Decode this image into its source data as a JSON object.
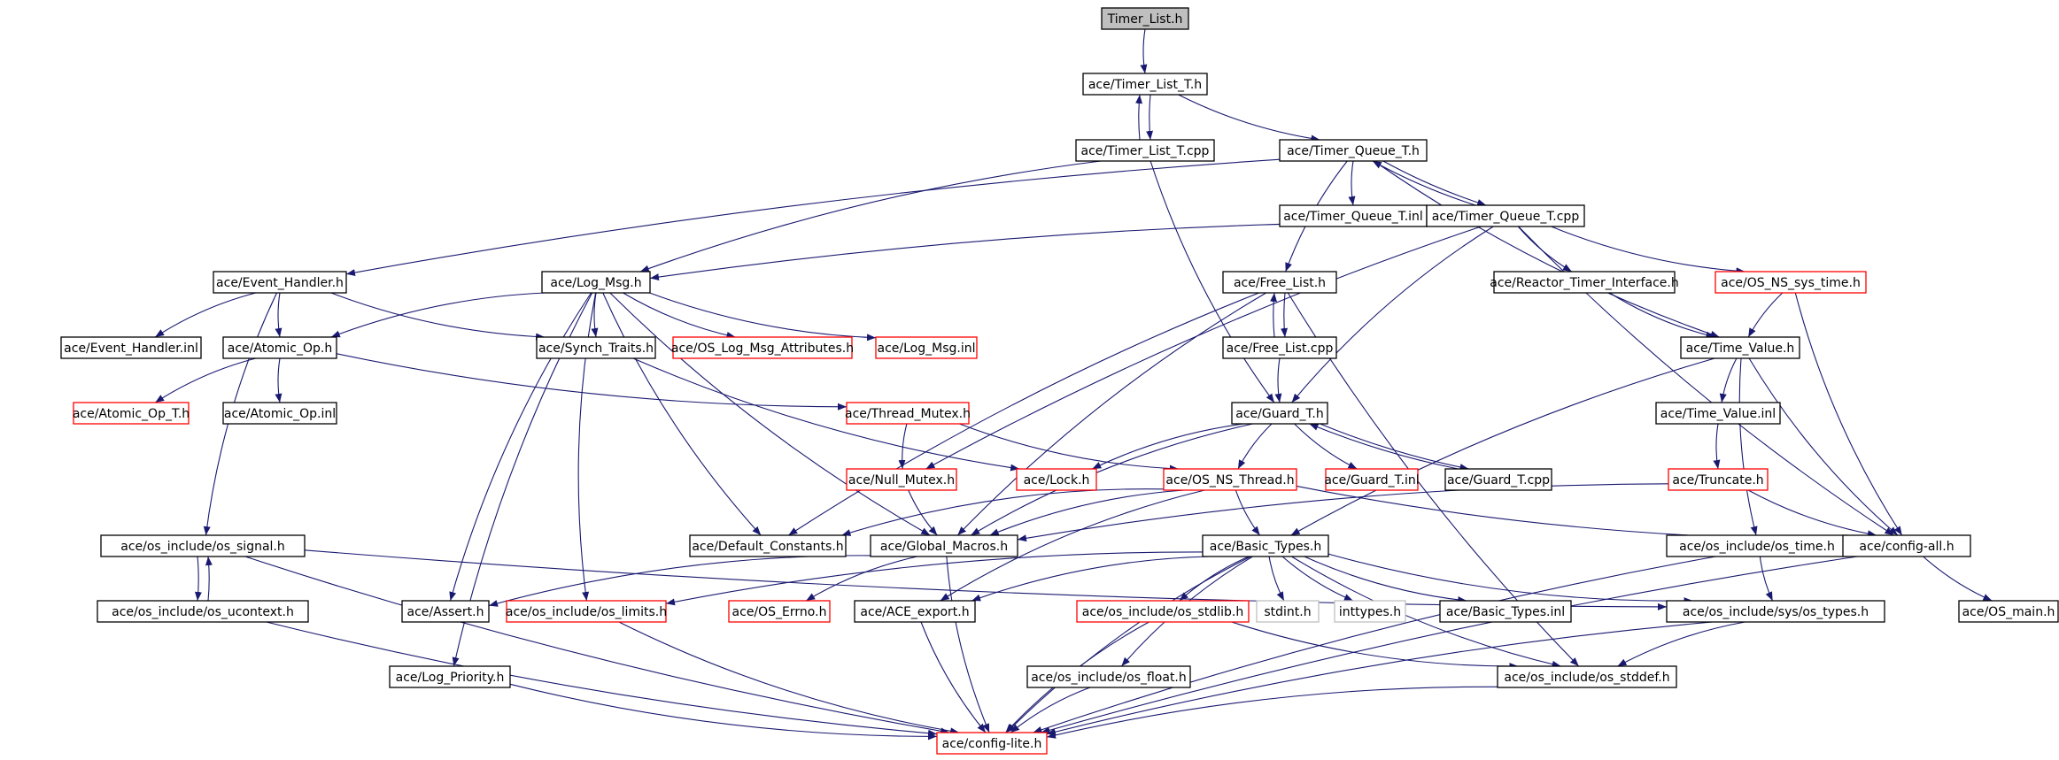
{
  "colors": {
    "edge": "#191970",
    "root_fill": "#bfbfbf",
    "missing_border": "#ff0000",
    "external_border": "#bfbfbf"
  },
  "nodes": [
    {
      "id": "Timer_List_h",
      "label": "Timer_List.h",
      "kind": "root"
    },
    {
      "id": "Timer_List_T_h",
      "label": "ace/Timer_List_T.h",
      "kind": "normal"
    },
    {
      "id": "Timer_List_T_cpp",
      "label": "ace/Timer_List_T.cpp",
      "kind": "normal"
    },
    {
      "id": "Timer_Queue_T_h",
      "label": "ace/Timer_Queue_T.h",
      "kind": "normal"
    },
    {
      "id": "Timer_Queue_T_inl",
      "label": "ace/Timer_Queue_T.inl",
      "kind": "normal"
    },
    {
      "id": "Timer_Queue_T_cpp",
      "label": "ace/Timer_Queue_T.cpp",
      "kind": "normal"
    },
    {
      "id": "Event_Handler_h",
      "label": "ace/Event_Handler.h",
      "kind": "normal"
    },
    {
      "id": "Log_Msg_h",
      "label": "ace/Log_Msg.h",
      "kind": "normal"
    },
    {
      "id": "Free_List_h",
      "label": "ace/Free_List.h",
      "kind": "normal"
    },
    {
      "id": "Reactor_Timer_Interface_h",
      "label": "ace/Reactor_Timer_Interface.h",
      "kind": "normal"
    },
    {
      "id": "OS_NS_sys_time_h",
      "label": "ace/OS_NS_sys_time.h",
      "kind": "missing"
    },
    {
      "id": "Event_Handler_inl",
      "label": "ace/Event_Handler.inl",
      "kind": "normal"
    },
    {
      "id": "Atomic_Op_h",
      "label": "ace/Atomic_Op.h",
      "kind": "normal"
    },
    {
      "id": "Synch_Traits_h",
      "label": "ace/Synch_Traits.h",
      "kind": "normal"
    },
    {
      "id": "OS_Log_Msg_Attributes_h",
      "label": "ace/OS_Log_Msg_Attributes.h",
      "kind": "missing"
    },
    {
      "id": "Log_Msg_inl",
      "label": "ace/Log_Msg.inl",
      "kind": "missing"
    },
    {
      "id": "Free_List_cpp",
      "label": "ace/Free_List.cpp",
      "kind": "normal"
    },
    {
      "id": "Time_Value_h",
      "label": "ace/Time_Value.h",
      "kind": "normal"
    },
    {
      "id": "Atomic_Op_T_h",
      "label": "ace/Atomic_Op_T.h",
      "kind": "missing"
    },
    {
      "id": "Atomic_Op_inl",
      "label": "ace/Atomic_Op.inl",
      "kind": "normal"
    },
    {
      "id": "Thread_Mutex_h",
      "label": "ace/Thread_Mutex.h",
      "kind": "missing"
    },
    {
      "id": "Guard_T_h",
      "label": "ace/Guard_T.h",
      "kind": "normal"
    },
    {
      "id": "Time_Value_inl",
      "label": "ace/Time_Value.inl",
      "kind": "normal"
    },
    {
      "id": "Null_Mutex_h",
      "label": "ace/Null_Mutex.h",
      "kind": "missing"
    },
    {
      "id": "Lock_h",
      "label": "ace/Lock.h",
      "kind": "missing"
    },
    {
      "id": "OS_NS_Thread_h",
      "label": "ace/OS_NS_Thread.h",
      "kind": "missing"
    },
    {
      "id": "Guard_T_inl",
      "label": "ace/Guard_T.inl",
      "kind": "missing"
    },
    {
      "id": "Guard_T_cpp",
      "label": "ace/Guard_T.cpp",
      "kind": "normal"
    },
    {
      "id": "Truncate_h",
      "label": "ace/Truncate.h",
      "kind": "missing"
    },
    {
      "id": "os_signal_h",
      "label": "ace/os_include/os_signal.h",
      "kind": "normal"
    },
    {
      "id": "Default_Constants_h",
      "label": "ace/Default_Constants.h",
      "kind": "normal"
    },
    {
      "id": "Global_Macros_h",
      "label": "ace/Global_Macros.h",
      "kind": "normal"
    },
    {
      "id": "Basic_Types_h",
      "label": "ace/Basic_Types.h",
      "kind": "normal"
    },
    {
      "id": "os_time_h",
      "label": "ace/os_include/os_time.h",
      "kind": "normal"
    },
    {
      "id": "config_all_h",
      "label": "ace/config-all.h",
      "kind": "normal"
    },
    {
      "id": "os_ucontext_h",
      "label": "ace/os_include/os_ucontext.h",
      "kind": "normal"
    },
    {
      "id": "Assert_h",
      "label": "ace/Assert.h",
      "kind": "normal"
    },
    {
      "id": "os_limits_h",
      "label": "ace/os_include/os_limits.h",
      "kind": "missing"
    },
    {
      "id": "OS_Errno_h",
      "label": "ace/OS_Errno.h",
      "kind": "missing"
    },
    {
      "id": "ACE_export_h",
      "label": "ace/ACE_export.h",
      "kind": "normal"
    },
    {
      "id": "os_stdlib_h",
      "label": "ace/os_include/os_stdlib.h",
      "kind": "missing"
    },
    {
      "id": "stdint_h",
      "label": "stdint.h",
      "kind": "external"
    },
    {
      "id": "inttypes_h",
      "label": "inttypes.h",
      "kind": "external"
    },
    {
      "id": "Basic_Types_inl",
      "label": "ace/Basic_Types.inl",
      "kind": "normal"
    },
    {
      "id": "os_types_h",
      "label": "ace/os_include/sys/os_types.h",
      "kind": "normal"
    },
    {
      "id": "OS_main_h",
      "label": "ace/OS_main.h",
      "kind": "normal"
    },
    {
      "id": "Log_Priority_h",
      "label": "ace/Log_Priority.h",
      "kind": "normal"
    },
    {
      "id": "os_float_h",
      "label": "ace/os_include/os_float.h",
      "kind": "normal"
    },
    {
      "id": "os_stddef_h",
      "label": "ace/os_include/os_stddef.h",
      "kind": "normal"
    },
    {
      "id": "config_lite_h",
      "label": "ace/config-lite.h",
      "kind": "missing"
    }
  ],
  "edges": [
    [
      "Timer_List_h",
      "Timer_List_T_h"
    ],
    [
      "Timer_List_T_h",
      "Timer_List_T_cpp"
    ],
    [
      "Timer_List_T_cpp",
      "Timer_List_T_h"
    ],
    [
      "Timer_List_T_h",
      "Timer_Queue_T_h"
    ],
    [
      "Timer_List_T_cpp",
      "Log_Msg_h"
    ],
    [
      "Timer_List_T_cpp",
      "Guard_T_h"
    ],
    [
      "Timer_Queue_T_h",
      "Timer_Queue_T_inl"
    ],
    [
      "Timer_Queue_T_h",
      "Timer_Queue_T_cpp"
    ],
    [
      "Timer_Queue_T_cpp",
      "Timer_Queue_T_h"
    ],
    [
      "Timer_Queue_T_h",
      "Event_Handler_h"
    ],
    [
      "Timer_Queue_T_h",
      "Free_List_h"
    ],
    [
      "Timer_Queue_T_h",
      "Time_Value_h"
    ],
    [
      "Timer_Queue_T_cpp",
      "Log_Msg_h"
    ],
    [
      "Timer_Queue_T_cpp",
      "Reactor_Timer_Interface_h"
    ],
    [
      "Timer_Queue_T_cpp",
      "OS_NS_sys_time_h"
    ],
    [
      "Timer_Queue_T_cpp",
      "Guard_T_h"
    ],
    [
      "Timer_Queue_T_cpp",
      "Null_Mutex_h"
    ],
    [
      "Timer_Queue_T_cpp",
      "config_all_h"
    ],
    [
      "Event_Handler_h",
      "Event_Handler_inl"
    ],
    [
      "Event_Handler_h",
      "Atomic_Op_h"
    ],
    [
      "Event_Handler_h",
      "Synch_Traits_h"
    ],
    [
      "Event_Handler_h",
      "os_signal_h"
    ],
    [
      "Log_Msg_h",
      "Atomic_Op_h"
    ],
    [
      "Log_Msg_h",
      "Synch_Traits_h"
    ],
    [
      "Log_Msg_h",
      "OS_Log_Msg_Attributes_h"
    ],
    [
      "Log_Msg_h",
      "Log_Msg_inl"
    ],
    [
      "Log_Msg_h",
      "Default_Constants_h"
    ],
    [
      "Log_Msg_h",
      "Global_Macros_h"
    ],
    [
      "Log_Msg_h",
      "Assert_h"
    ],
    [
      "Log_Msg_h",
      "os_limits_h"
    ],
    [
      "Log_Msg_h",
      "Log_Priority_h"
    ],
    [
      "Free_List_h",
      "Free_List_cpp"
    ],
    [
      "Free_List_cpp",
      "Free_List_h"
    ],
    [
      "Free_List_h",
      "Global_Macros_h"
    ],
    [
      "Free_List_h",
      "Default_Constants_h"
    ],
    [
      "Free_List_h",
      "os_stddef_h"
    ],
    [
      "Free_List_cpp",
      "Guard_T_h"
    ],
    [
      "Reactor_Timer_Interface_h",
      "Time_Value_h"
    ],
    [
      "OS_NS_sys_time_h",
      "Time_Value_h"
    ],
    [
      "OS_NS_sys_time_h",
      "config_all_h"
    ],
    [
      "Atomic_Op_h",
      "Atomic_Op_T_h"
    ],
    [
      "Atomic_Op_h",
      "Atomic_Op_inl"
    ],
    [
      "Atomic_Op_h",
      "Thread_Mutex_h"
    ],
    [
      "Synch_Traits_h",
      "Lock_h"
    ],
    [
      "Time_Value_h",
      "Time_Value_inl"
    ],
    [
      "Time_Value_h",
      "os_time_h"
    ],
    [
      "Time_Value_h",
      "Basic_Types_h"
    ],
    [
      "Time_Value_h",
      "config_all_h"
    ],
    [
      "Time_Value_inl",
      "Truncate_h"
    ],
    [
      "Thread_Mutex_h",
      "Null_Mutex_h"
    ],
    [
      "Thread_Mutex_h",
      "OS_NS_Thread_h"
    ],
    [
      "Guard_T_h",
      "Lock_h"
    ],
    [
      "Guard_T_h",
      "OS_NS_Thread_h"
    ],
    [
      "Guard_T_h",
      "Guard_T_inl"
    ],
    [
      "Guard_T_h",
      "Guard_T_cpp"
    ],
    [
      "Guard_T_cpp",
      "Guard_T_h"
    ],
    [
      "Guard_T_h",
      "Global_Macros_h"
    ],
    [
      "Null_Mutex_h",
      "Global_Macros_h"
    ],
    [
      "OS_NS_Thread_h",
      "Default_Constants_h"
    ],
    [
      "OS_NS_Thread_h",
      "Global_Macros_h"
    ],
    [
      "OS_NS_Thread_h",
      "Basic_Types_h"
    ],
    [
      "OS_NS_Thread_h",
      "ACE_export_h"
    ],
    [
      "OS_NS_Thread_h",
      "config_all_h"
    ],
    [
      "Truncate_h",
      "Global_Macros_h"
    ],
    [
      "Truncate_h",
      "config_all_h"
    ],
    [
      "os_signal_h",
      "os_ucontext_h"
    ],
    [
      "os_ucontext_h",
      "os_signal_h"
    ],
    [
      "os_signal_h",
      "os_types_h"
    ],
    [
      "os_signal_h",
      "config_lite_h"
    ],
    [
      "Global_Macros_h",
      "Assert_h"
    ],
    [
      "Global_Macros_h",
      "OS_Errno_h"
    ],
    [
      "Global_Macros_h",
      "config_lite_h"
    ],
    [
      "Basic_Types_h",
      "os_limits_h"
    ],
    [
      "Basic_Types_h",
      "ACE_export_h"
    ],
    [
      "Basic_Types_h",
      "os_stdlib_h"
    ],
    [
      "Basic_Types_h",
      "stdint_h"
    ],
    [
      "Basic_Types_h",
      "inttypes_h"
    ],
    [
      "Basic_Types_h",
      "Basic_Types_inl"
    ],
    [
      "Basic_Types_h",
      "os_types_h"
    ],
    [
      "Basic_Types_h",
      "os_float_h"
    ],
    [
      "Basic_Types_h",
      "os_stddef_h"
    ],
    [
      "Basic_Types_h",
      "config_lite_h"
    ],
    [
      "os_time_h",
      "os_types_h"
    ],
    [
      "os_time_h",
      "config_lite_h"
    ],
    [
      "config_all_h",
      "OS_main_h"
    ],
    [
      "config_all_h",
      "config_lite_h"
    ],
    [
      "os_ucontext_h",
      "config_lite_h"
    ],
    [
      "os_limits_h",
      "config_lite_h"
    ],
    [
      "ACE_export_h",
      "config_lite_h"
    ],
    [
      "os_stdlib_h",
      "os_stddef_h"
    ],
    [
      "os_stdlib_h",
      "config_lite_h"
    ],
    [
      "os_types_h",
      "os_stddef_h"
    ],
    [
      "os_types_h",
      "config_lite_h"
    ],
    [
      "Log_Priority_h",
      "config_lite_h"
    ],
    [
      "os_float_h",
      "config_lite_h"
    ],
    [
      "os_stddef_h",
      "config_lite_h"
    ]
  ]
}
